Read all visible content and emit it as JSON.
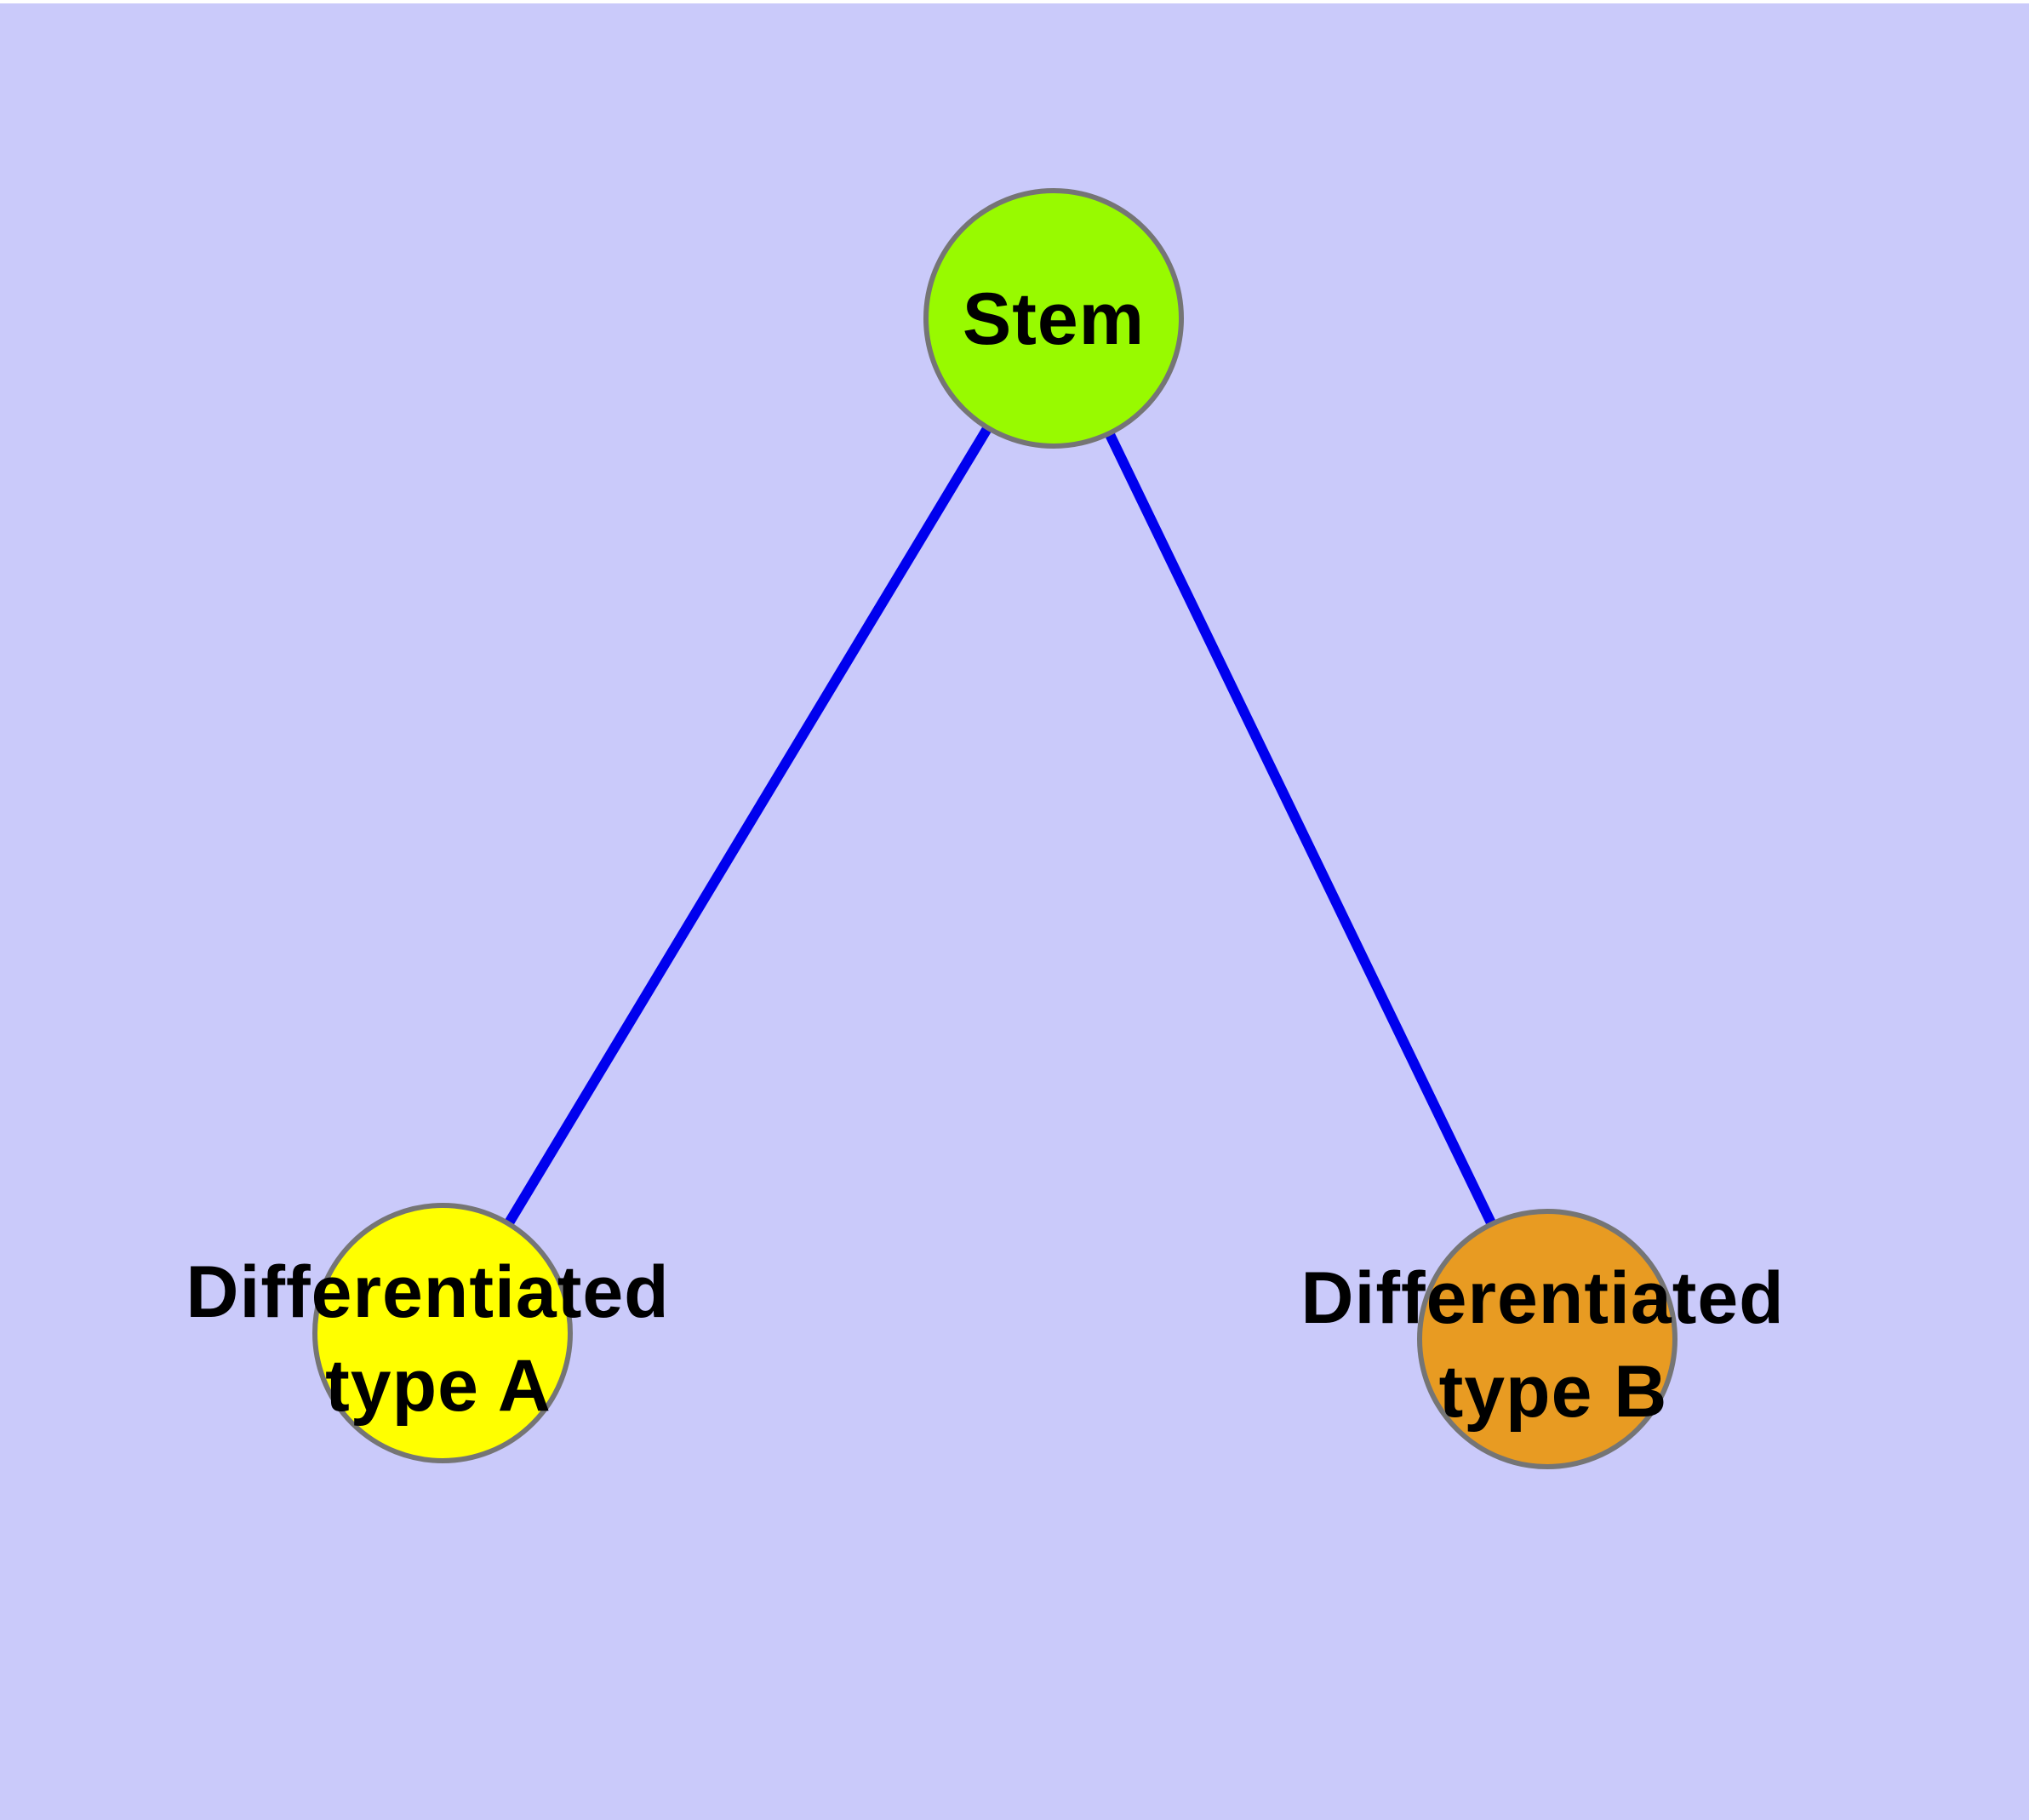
{
  "diagram": {
    "title": "",
    "background_color": "#CACAFA",
    "top_margin_color": "#FFFFFF",
    "edge_color": "#0000EE",
    "node_border_color": "#757575",
    "label_color": "#000000",
    "nodes": [
      {
        "id": "stem",
        "label": "Stem",
        "line1": "Stem",
        "line2": "",
        "color": "#98FA00"
      },
      {
        "id": "differentiated-type-a",
        "label": "Differentiated type A",
        "line1": "Differentiated",
        "line2": "type A",
        "color": "#FFFF00"
      },
      {
        "id": "differentiated-type-b",
        "label": "Differentiated type B",
        "line1": "Differentiated",
        "line2": "type B",
        "color": "#E89B22"
      }
    ],
    "edges": [
      {
        "from": "stem",
        "to": "differentiated-type-a"
      },
      {
        "from": "stem",
        "to": "differentiated-type-b"
      }
    ]
  }
}
